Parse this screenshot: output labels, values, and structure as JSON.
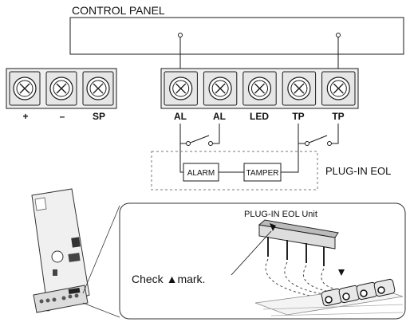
{
  "control_panel": {
    "title": "CONTROL PANEL"
  },
  "left_block": {
    "terminals": [
      "+",
      "–",
      "SP"
    ]
  },
  "right_block": {
    "terminals": [
      "AL",
      "AL",
      "LED",
      "TP",
      "TP"
    ]
  },
  "eol_module": {
    "label": "PLUG-IN EOL",
    "alarm_label": "ALARM",
    "tamper_label": "TAMPER"
  },
  "detail": {
    "unit_label": "PLUG-IN EOL Unit",
    "check_text": "Check",
    "check_symbol": "▲",
    "check_suffix": "mark."
  },
  "colors": {
    "line": "#1a1a1a",
    "terminal_fill": "#e6e6e6",
    "dash": "#777777"
  }
}
